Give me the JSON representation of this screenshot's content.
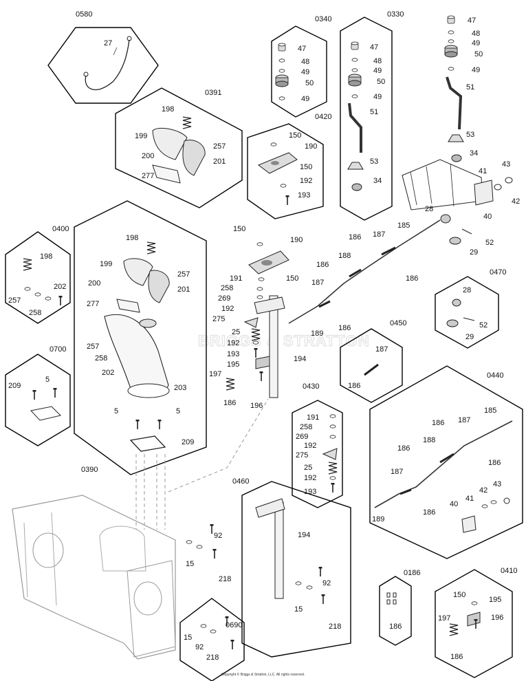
{
  "watermark": "BRIGGS & STRATTON",
  "copyright": "Copyright © Briggs & Stratton, LLC. All rights reserved.",
  "kits": [
    {
      "id": "kit-0580",
      "code": "0580"
    },
    {
      "id": "kit-0391",
      "code": "0391"
    },
    {
      "id": "kit-0340",
      "code": "0340"
    },
    {
      "id": "kit-0330",
      "code": "0330"
    },
    {
      "id": "kit-0420",
      "code": "0420"
    },
    {
      "id": "kit-0400",
      "code": "0400"
    },
    {
      "id": "kit-0390",
      "code": "0390"
    },
    {
      "id": "kit-0700",
      "code": "0700"
    },
    {
      "id": "kit-0470",
      "code": "0470"
    },
    {
      "id": "kit-0450",
      "code": "0450"
    },
    {
      "id": "kit-0430",
      "code": "0430"
    },
    {
      "id": "kit-0440",
      "code": "0440"
    },
    {
      "id": "kit-0460",
      "code": "0460"
    },
    {
      "id": "kit-0186",
      "code": "0186"
    },
    {
      "id": "kit-0410",
      "code": "0410"
    },
    {
      "id": "kit-0690",
      "code": "0690"
    }
  ],
  "part_labels": {
    "k0580": [
      "27"
    ],
    "k0391": [
      "198",
      "199",
      "257",
      "200",
      "201",
      "277"
    ],
    "k0340": [
      "47",
      "48",
      "49",
      "50",
      "49"
    ],
    "k0330": [
      "47",
      "48",
      "49",
      "50",
      "49",
      "51",
      "53",
      "34"
    ],
    "top_right": [
      "47",
      "48",
      "49",
      "50",
      "49",
      "51",
      "53",
      "34",
      "41",
      "43",
      "42",
      "40",
      "28",
      "185",
      "52",
      "29"
    ],
    "k0420": [
      "150",
      "190",
      "150",
      "192",
      "193"
    ],
    "k0400": [
      "198",
      "257",
      "202",
      "258"
    ],
    "k0390": [
      "198",
      "199",
      "257",
      "200",
      "201",
      "277",
      "257",
      "258",
      "202",
      "203",
      "5",
      "5",
      "209"
    ],
    "center": [
      "150",
      "190",
      "191",
      "150",
      "258",
      "269",
      "192",
      "275",
      "25",
      "192",
      "193",
      "195",
      "197",
      "186",
      "196",
      "194",
      "189",
      "187",
      "186",
      "188",
      "186",
      "187",
      "186",
      "186"
    ],
    "k0700": [
      "5",
      "209"
    ],
    "k0470": [
      "28",
      "52",
      "29"
    ],
    "k0450": [
      "187",
      "186"
    ],
    "k0430": [
      "191",
      "258",
      "269",
      "192",
      "275",
      "25",
      "192",
      "193"
    ],
    "k0440": [
      "185",
      "186",
      "187",
      "188",
      "186",
      "186",
      "187",
      "43",
      "42",
      "41",
      "40",
      "186",
      "189"
    ],
    "k0460": [
      "194",
      "92",
      "15",
      "218"
    ],
    "main": [
      "92",
      "15",
      "218"
    ],
    "k0186": [
      "186"
    ],
    "k0410": [
      "150",
      "195",
      "197",
      "196",
      "186"
    ],
    "k0690": [
      "15",
      "92",
      "218"
    ]
  }
}
